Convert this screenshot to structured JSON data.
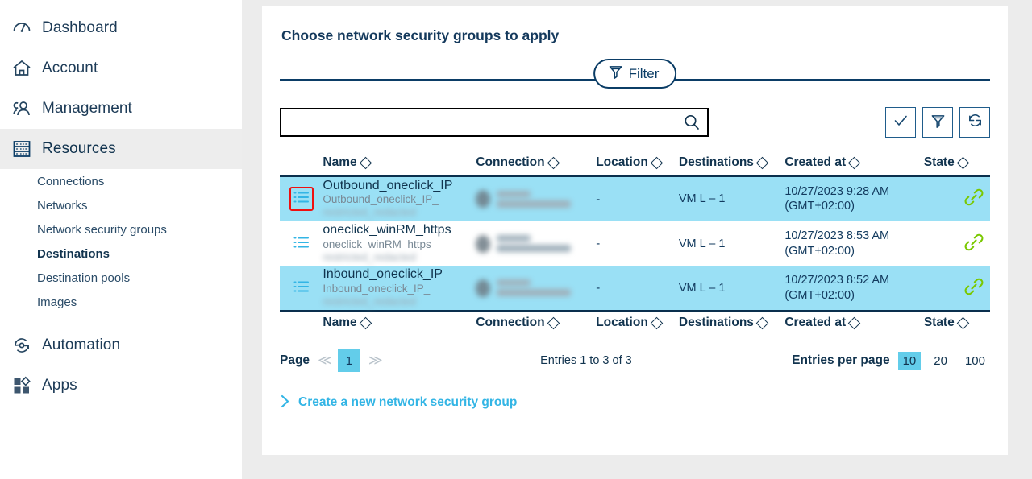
{
  "sidebar": {
    "items": [
      {
        "label": "Dashboard",
        "icon": "gauge-icon",
        "active": false
      },
      {
        "label": "Account",
        "icon": "home-icon",
        "active": false
      },
      {
        "label": "Management",
        "icon": "users-icon",
        "active": false
      },
      {
        "label": "Resources",
        "icon": "server-icon",
        "active": true
      },
      {
        "label": "Automation",
        "icon": "automation-icon",
        "active": false
      },
      {
        "label": "Apps",
        "icon": "apps-icon",
        "active": false
      }
    ],
    "subitems": [
      {
        "label": "Connections",
        "current": false
      },
      {
        "label": "Networks",
        "current": false
      },
      {
        "label": "Network security groups",
        "current": false
      },
      {
        "label": "Destinations",
        "current": true
      },
      {
        "label": "Destination pools",
        "current": false
      },
      {
        "label": "Images",
        "current": false
      }
    ]
  },
  "main": {
    "title": "Choose network security groups to apply",
    "filter_pill": {
      "label": "Filter",
      "icon": "funnel-icon"
    },
    "search": {
      "value": "",
      "placeholder": "",
      "icon": "search-icon"
    },
    "action_buttons": [
      {
        "name": "check-button",
        "icon": "check-icon"
      },
      {
        "name": "filter-button",
        "icon": "funnel-icon"
      },
      {
        "name": "refresh-button",
        "icon": "refresh-icon"
      }
    ],
    "columns": [
      "Name",
      "Connection",
      "Location",
      "Destinations",
      "Created at",
      "State"
    ],
    "rows": [
      {
        "selected": true,
        "marked": true,
        "name": "Outbound_oneclick_IP",
        "name_sub": "Outbound_oneclick_IP_",
        "name_sub_blurred": "restricted_redacted",
        "connection_blurred": true,
        "location": "-",
        "destinations": "VM L – 1",
        "created_at_line1": "10/27/2023 9:28 AM",
        "created_at_line2": "(GMT+02:00)",
        "state_icon": "link-icon"
      },
      {
        "selected": false,
        "marked": false,
        "name": "oneclick_winRM_https",
        "name_sub": "oneclick_winRM_https_",
        "name_sub_blurred": "restricted_redacted",
        "connection_blurred": true,
        "location": "-",
        "destinations": "VM L – 1",
        "created_at_line1": "10/27/2023 8:53 AM",
        "created_at_line2": "(GMT+02:00)",
        "state_icon": "link-icon"
      },
      {
        "selected": true,
        "marked": false,
        "name": "Inbound_oneclick_IP",
        "name_sub": "Inbound_oneclick_IP_",
        "name_sub_blurred": "restricted_redacted",
        "connection_blurred": true,
        "location": "-",
        "destinations": "VM L – 1",
        "created_at_line1": "10/27/2023 8:52 AM",
        "created_at_line2": "(GMT+02:00)",
        "state_icon": "link-icon"
      }
    ],
    "pagination": {
      "page_label": "Page",
      "first_arrow": "≪",
      "next_arrow": "≫",
      "current_page": "1",
      "entries_text": "Entries 1 to 3 of 3",
      "entries_per_page_label": "Entries per page",
      "page_sizes": [
        "10",
        "20",
        "100"
      ],
      "page_size_selected": "10"
    },
    "create_link": {
      "label": "Create a new network security group",
      "icon": "chevron-right-icon"
    }
  },
  "colors": {
    "accent_dark": "#0b3d66",
    "selected_row": "#9ae0f5",
    "highlight": "#63cdea",
    "link": "#33b5e5",
    "state_green": "#7ac800",
    "marker_red": "#f01010"
  }
}
